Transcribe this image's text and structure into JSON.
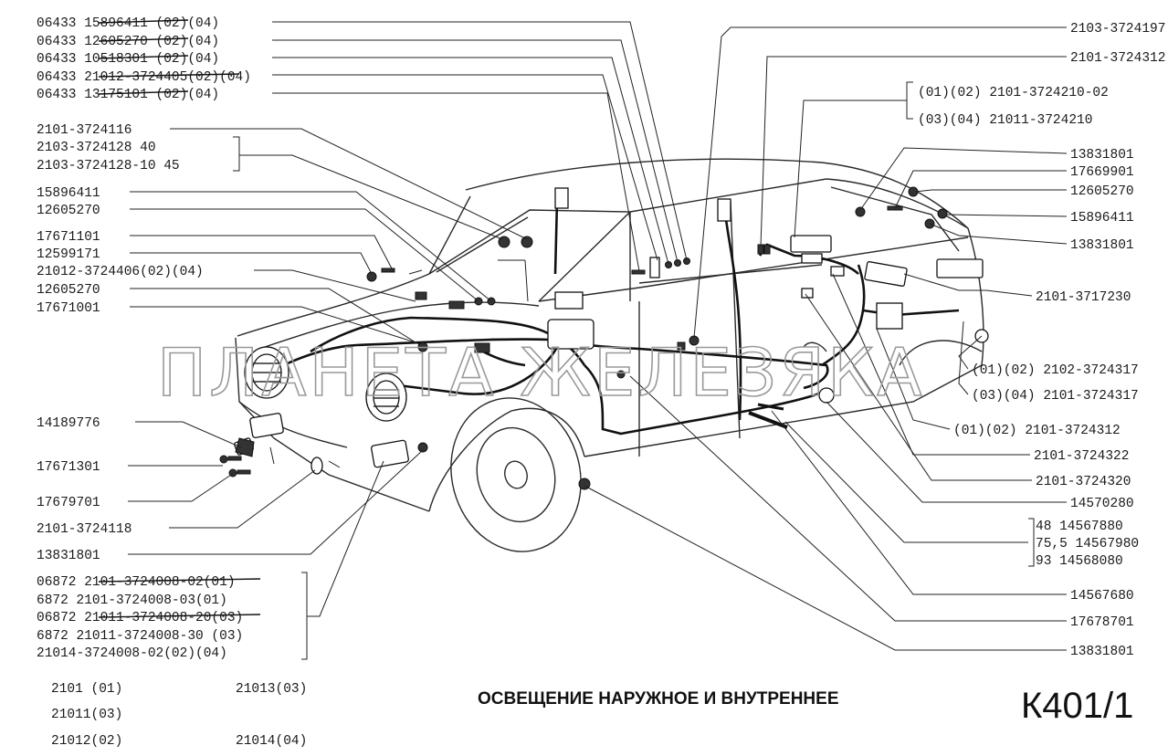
{
  "title": "ОСВЕЩЕНИЕ НАРУЖНОЕ И ВНУТРЕННЕЕ",
  "code": "К401/1",
  "watermark": "ПЛАНЕТА ЖЕЛЕЗЯКА",
  "left_labels": [
    "06433 15896411 (02)(04)",
    "06433 12605270 (02)(04)",
    "06433 10518301 (02)(04)",
    "06433 21012-3724405(02)(04)",
    "06433 13175101 (02)(04)",
    "2101-3724116",
    "2103-3724128  40",
    "2103-3724128-10  45",
    "15896411",
    "12605270",
    "17671101",
    "12599171",
    "21012-3724406(02)(04)",
    "12605270",
    "17671001",
    "14189776",
    "17671301",
    "17679701",
    "2101-3724118",
    "13831801",
    "06872 2101-3724008-02(01)",
    "6872 2101-3724008-03(01)",
    "06872 21011-3724008-20(03)",
    "6872 21011-3724008-30 (03)",
    "21014-3724008-02(02)(04)"
  ],
  "right_labels": [
    "2103-3724197",
    "2101-3724312",
    "(01)(02)  2101-3724210-02",
    "(03)(04)    21011-3724210",
    "13831801",
    "17669901",
    "12605270",
    "15896411",
    "13831801",
    "2101-3717230",
    "(01)(02) 2102-3724317",
    "(03)(04) 2101-3724317",
    "(01)(02) 2101-3724312",
    "2101-3724322",
    "2101-3724320",
    "14570280",
    "48   14567880",
    "75,5 14567980",
    "93   14568080",
    "14567680",
    "17678701",
    "13831801"
  ],
  "models": [
    "2101  (01)",
    "21013(03)",
    "21011(03)",
    "21012(02)",
    "21014(04)"
  ]
}
